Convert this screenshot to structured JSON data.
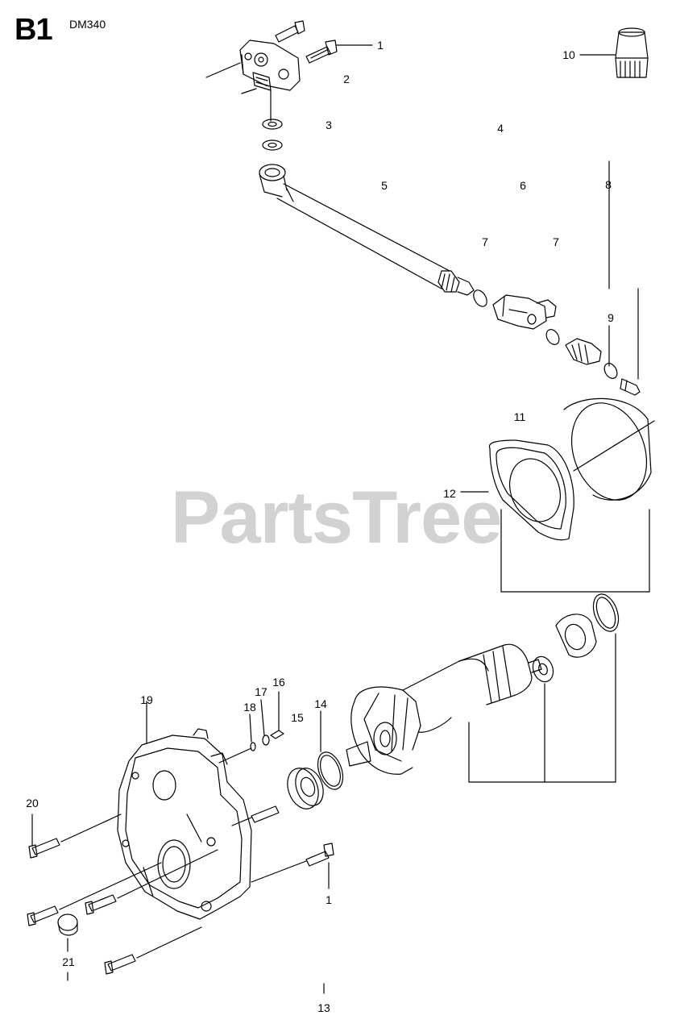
{
  "page_code": "B1",
  "model_code": "DM340",
  "watermark": "PartsTree",
  "callouts": [
    "1",
    "2",
    "3",
    "4",
    "5",
    "6",
    "7",
    "7",
    "8",
    "9",
    "10",
    "11",
    "12",
    "13",
    "14",
    "15",
    "16",
    "17",
    "18",
    "19",
    "20",
    "21",
    "1"
  ],
  "colors": {
    "line": "#000000",
    "watermark": "#d2d2d2",
    "background": "#ffffff"
  }
}
